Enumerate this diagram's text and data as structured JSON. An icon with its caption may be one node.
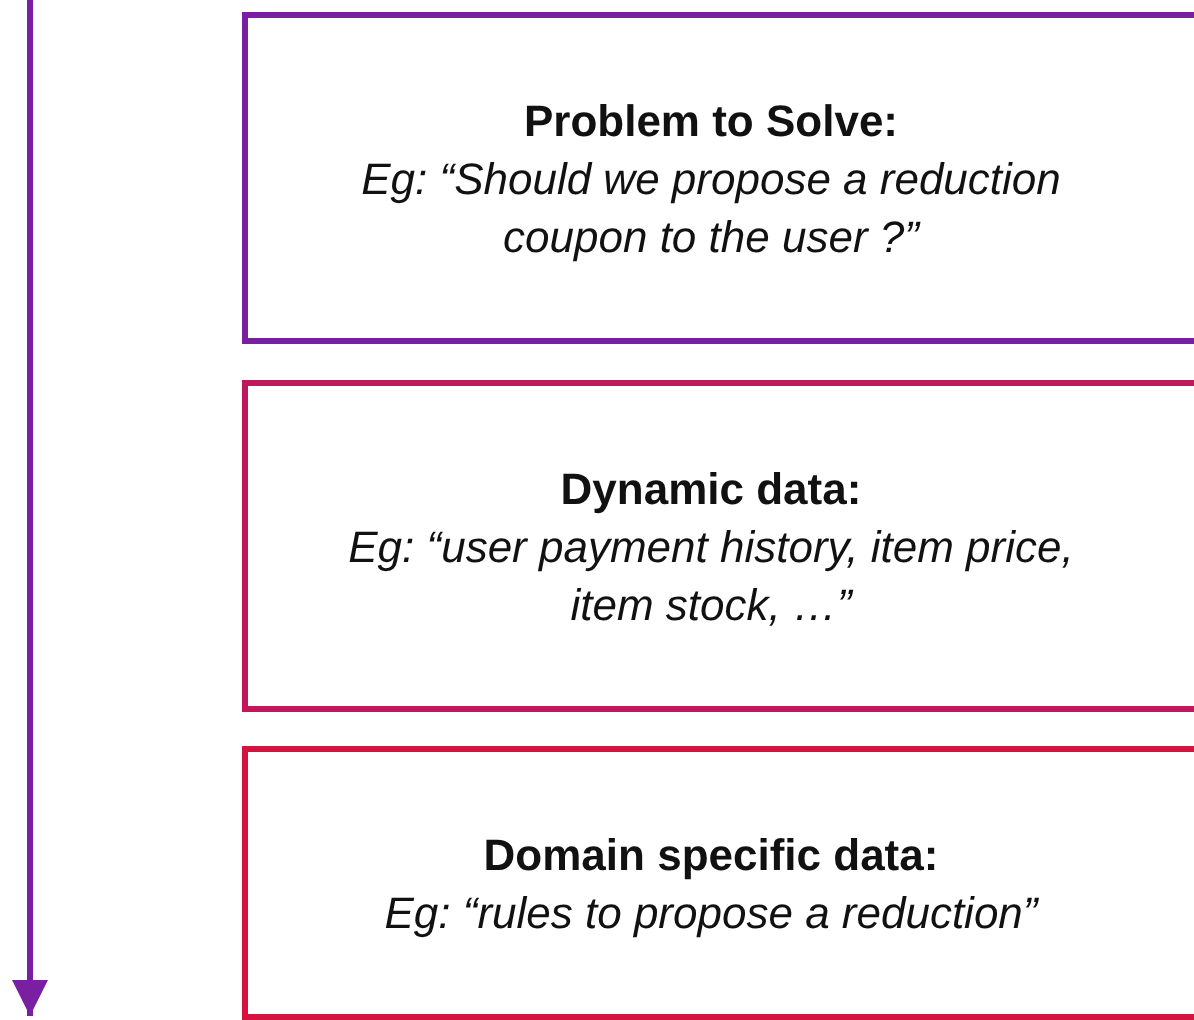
{
  "diagram": {
    "nodes": [
      {
        "text": [
          "Problem to Solve:",
          "Eg: “Should we propose a reduction coupon to the user ?”"
        ]
      },
      {
        "text": [
          "Dynamic data:",
          "Eg: “user payment history, item price, item stock, …”"
        ]
      },
      {
        "text": [
          "Domain specific data:",
          "Eg: “rules to propose a reduction”"
        ]
      }
    ],
    "edges": []
  }
}
